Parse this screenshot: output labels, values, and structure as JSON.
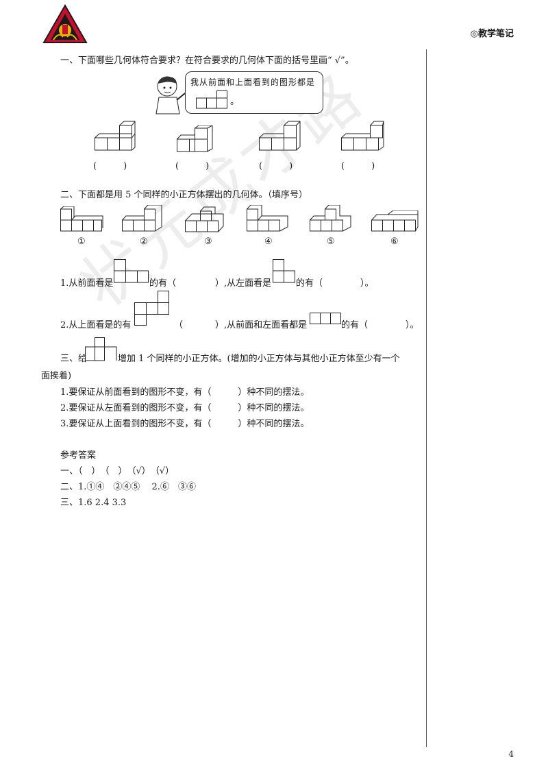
{
  "header": {
    "brand": "◎教学笔记"
  },
  "watermark": "状元成才路",
  "q1": {
    "title": "一、下面哪些几何体符合要求？在符合要求的几何体下面的括号里画“ √”。",
    "bubble_text": "我从前面和上面看到的图形都是",
    "bubble_end": "。",
    "blanks": [
      "(　　　)",
      "(　　　)",
      "(　　　)",
      "(　　　)"
    ]
  },
  "q2": {
    "title": "二、下面都是用 5 个同样的小正方体摆出的几何体。（填序号）",
    "labels": [
      "①",
      "②",
      "③",
      "④",
      "⑤",
      "⑥"
    ],
    "line1_a": "1.从前面看是",
    "line1_b": "的有（",
    "line1_c": "）,从左面看是",
    "line1_d": "的有（",
    "line1_e": "）。",
    "line2_a": "2.从上面看是的有",
    "line2_b": "（",
    "line2_c": "）,从前面和左面看都是",
    "line2_d": "的有（",
    "line2_e": "）。"
  },
  "q3": {
    "prefix": "三、给",
    "text": "增加 1 个同样的小正方体。(增加的小正方体与其他小正方体至少有一个",
    "text2": "面挨着)",
    "items": [
      "1.要保证从前面看到的图形不变，有（　　　）种不同的摆法。",
      "2.要保证从左面看到的图形不变，有（　　　）种不同的摆法。",
      "3.要保证从上面看到的图形不变，有（　　　）种不同的摆法。"
    ]
  },
  "answers": {
    "title": "参考答案",
    "line1": "一、（　）　（　）　（√）　（√）",
    "line2": "二、1.①④　②④⑤　 2.⑥　③⑥",
    "line3": "三、1.6  2.4  3.3"
  },
  "footer": {
    "page": "4"
  },
  "colors": {
    "logo_red": "#c8102e",
    "logo_dark": "#1a1a1a",
    "logo_gold": "#e8b400"
  }
}
